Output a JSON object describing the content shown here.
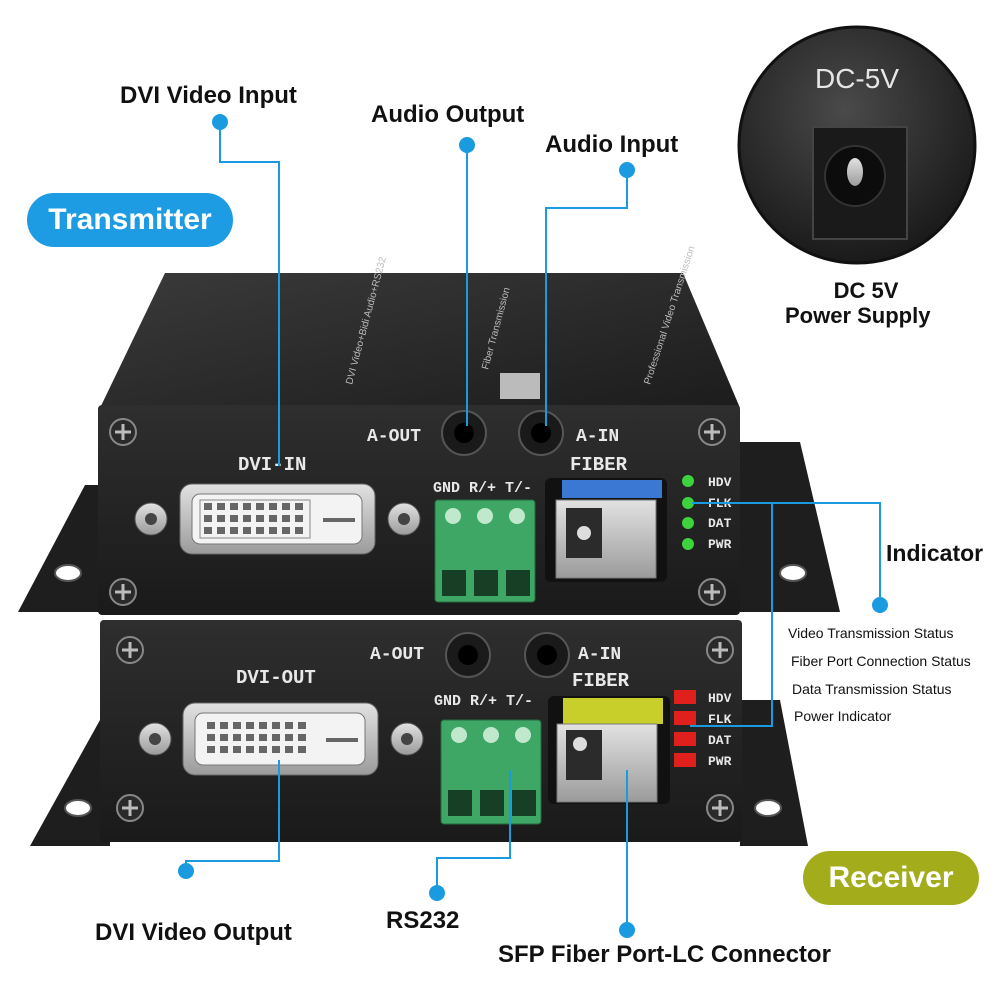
{
  "badges": {
    "transmitter": "Transmitter",
    "receiver": "Receiver"
  },
  "callouts": {
    "dvi_video_input": "DVI Video Input",
    "audio_output": "Audio Output",
    "audio_input": "Audio Input",
    "indicator": "Indicator",
    "dvi_video_output": "DVI Video Output",
    "rs232": "RS232",
    "sfp_fiber_port": "SFP Fiber Port-LC Connector",
    "dc_power_line1": "DC 5V",
    "dc_power_line2": "Power Supply"
  },
  "indicator_descriptions": [
    "Video Transmission Status",
    "Fiber Port Connection Status",
    "Data Transmission Status",
    "Power Indicator"
  ],
  "power_inset": {
    "label": "DC-5V"
  },
  "transmitter_panel": {
    "a_out": "A-OUT",
    "a_in": "A-IN",
    "dvi": "DVI-IN",
    "terminal": "GND R/+ T/-",
    "fiber": "FIBER",
    "leds": [
      "HDV",
      "FLK",
      "DAT",
      "PWR"
    ],
    "top_print_1": "DVI Video+Bidi Audio+RS232",
    "top_print_2": "Fiber Transmission",
    "top_print_3": "Professional Video Transmission"
  },
  "receiver_panel": {
    "a_out": "A-OUT",
    "a_in": "A-IN",
    "dvi": "DVI-OUT",
    "terminal": "GND R/+ T/-",
    "fiber": "FIBER",
    "leds": [
      "HDV",
      "FLK",
      "DAT",
      "PWR"
    ]
  },
  "colors": {
    "callout_blue": "#1a9be0",
    "transmitter_badge": "#1d9ce3",
    "receiver_badge": "#a3ad1c",
    "led_green": "#3ed23e",
    "led_red": "#e0201c",
    "terminal_green": "#3fa765",
    "sfp_blue": "#3a78d4",
    "sfp_yellow": "#c9cf2a"
  }
}
